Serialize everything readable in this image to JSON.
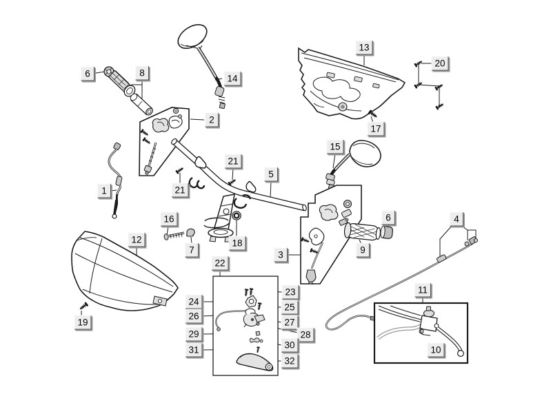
{
  "diagram": {
    "background": "#ffffff",
    "ink": "#1a1a1a",
    "callout_box": {
      "bg": "#ededed",
      "highlight": "#fafafa",
      "shadow": "#4d4d4d",
      "drop_shadow": "#9a9a9a",
      "text_color": "#000000"
    },
    "callouts": [
      {
        "text": "6"
      },
      {
        "text": "8"
      },
      {
        "text": "14"
      },
      {
        "text": "13"
      },
      {
        "text": "20"
      },
      {
        "text": "17"
      },
      {
        "text": "2"
      },
      {
        "text": "15"
      },
      {
        "text": "21"
      },
      {
        "text": "21"
      },
      {
        "text": "5"
      },
      {
        "text": "1"
      },
      {
        "text": "16"
      },
      {
        "text": "12"
      },
      {
        "text": "7"
      },
      {
        "text": "18"
      },
      {
        "text": "3"
      },
      {
        "text": "22"
      },
      {
        "text": "6"
      },
      {
        "text": "9"
      },
      {
        "text": "4"
      },
      {
        "text": "11"
      },
      {
        "text": "10"
      },
      {
        "text": "19"
      },
      {
        "text": "23"
      },
      {
        "text": "24"
      },
      {
        "text": "25"
      },
      {
        "text": "26"
      },
      {
        "text": "27"
      },
      {
        "text": "28"
      },
      {
        "text": "29"
      },
      {
        "text": "30"
      },
      {
        "text": "31"
      },
      {
        "text": "32"
      }
    ]
  }
}
